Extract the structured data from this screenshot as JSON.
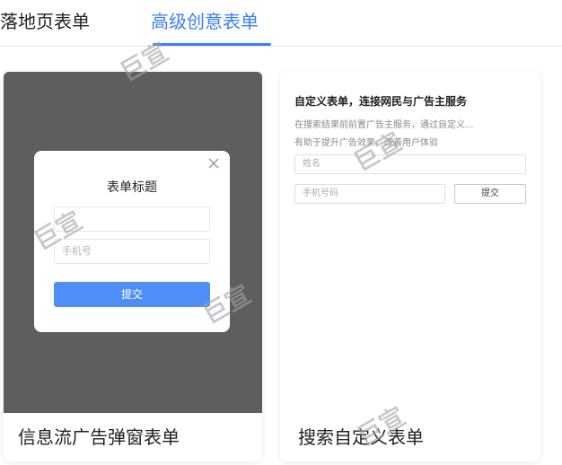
{
  "tabs": [
    {
      "label": "落地页表单",
      "active": false
    },
    {
      "label": "高级创意表单",
      "active": true
    }
  ],
  "colors": {
    "accent": "#3b7ff5",
    "overlay": "#5e5e5e",
    "submit_button": "#4f8ef7"
  },
  "cards": {
    "popup": {
      "caption": "信息流广告弹窗表单",
      "modal": {
        "title": "表单标题",
        "name_placeholder": "",
        "phone_placeholder": "手机号",
        "submit_label": "提交",
        "close_icon": "close-icon"
      }
    },
    "search": {
      "caption": "搜索自定义表单",
      "title": "自定义表单，连接网民与广告主服务",
      "desc_line1": "在搜索结果前前置广告主服务，通过自定义...",
      "desc_line2": "有助于提升广告效果，改善用户体验",
      "name_placeholder": "姓名",
      "phone_placeholder": "手机号码",
      "submit_label": "提交"
    }
  },
  "watermark_text": "巨宣"
}
